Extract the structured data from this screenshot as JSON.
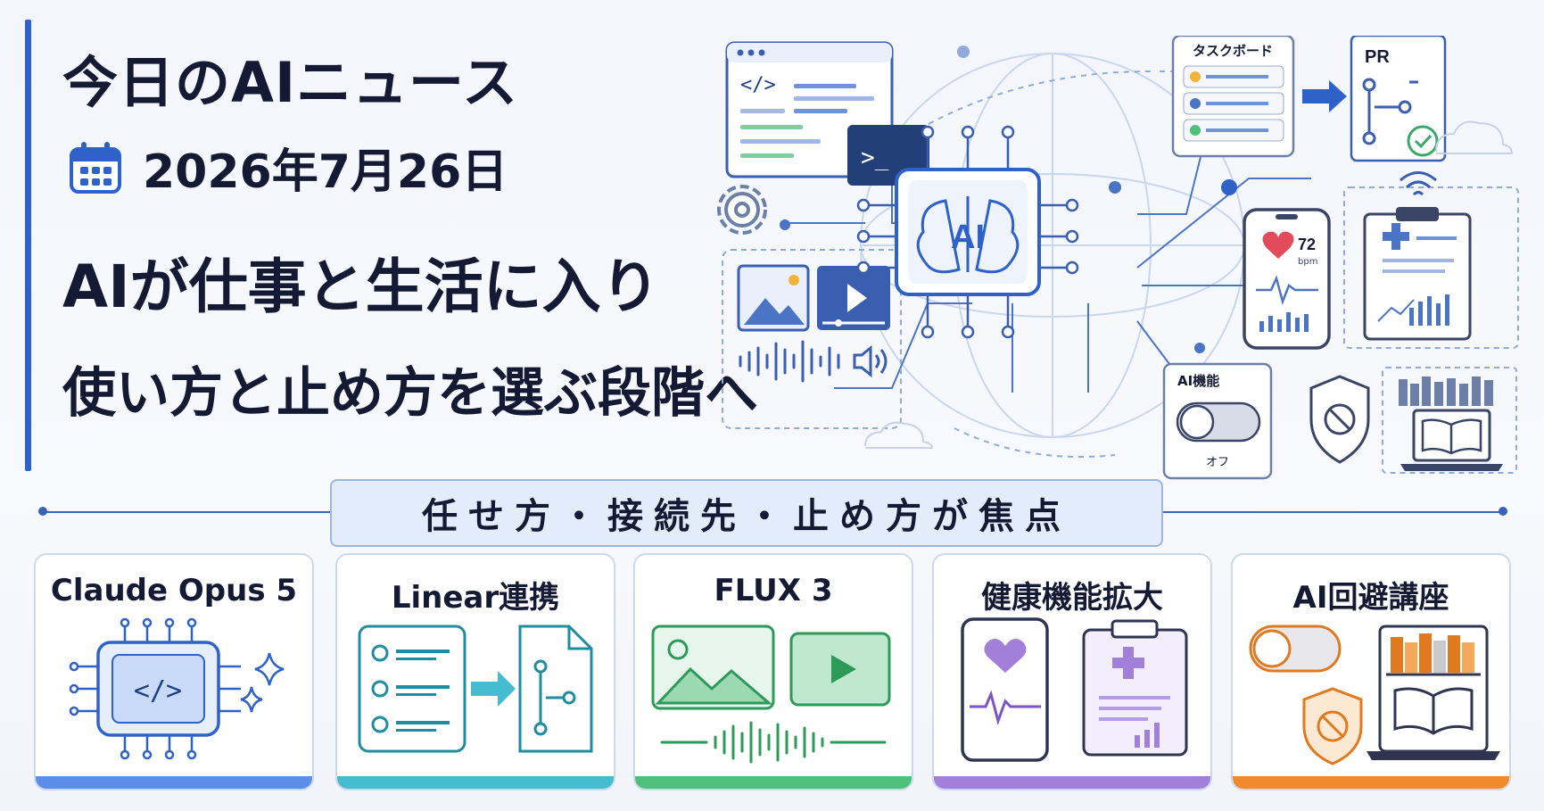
{
  "header": {
    "title": "今日のAIニュース",
    "date": "2026年7月26日"
  },
  "headline": {
    "line1": "AIが仕事と生活に入り",
    "line2": "使い方と止め方を選ぶ段階へ"
  },
  "focus": {
    "label": "任せ方・接続先・止め方が焦点"
  },
  "hero": {
    "chip_label": "AI",
    "task_board_label": "タスクボード",
    "pr_label": "PR",
    "heart_rate": "72",
    "heart_unit": "bpm",
    "ai_feature_label": "AI機能",
    "toggle_state": "オフ",
    "terminal_prompt": ">_",
    "code_tag": "</>"
  },
  "cards": [
    {
      "title": "Claude Opus 5",
      "color": "#5b8ee6"
    },
    {
      "title": "Linear連携",
      "color": "#45bcd0"
    },
    {
      "title": "FLUX 3",
      "color": "#4fc07a"
    },
    {
      "title": "健康機能拡大",
      "color": "#a27fd8"
    },
    {
      "title": "AI回避講座",
      "color": "#f08a2e"
    }
  ],
  "card_icons": {
    "opus": "</>"
  }
}
